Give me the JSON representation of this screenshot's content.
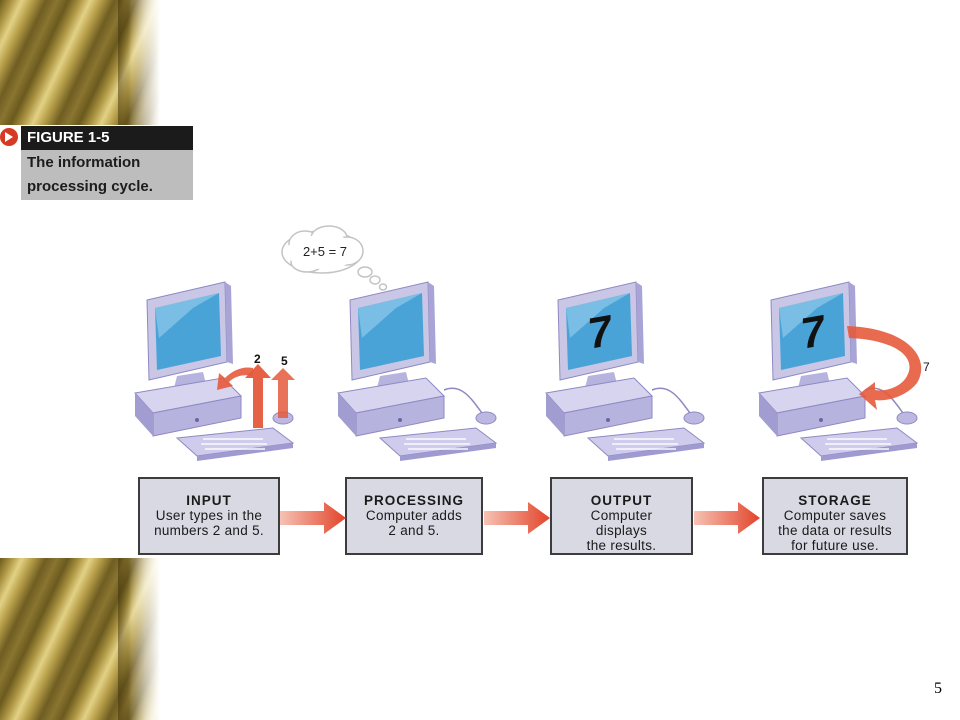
{
  "figure": {
    "label": "FIGURE 1-5",
    "caption_line1": "The information",
    "caption_line2": "processing cycle."
  },
  "thought_bubble": {
    "text": "2+5 = 7"
  },
  "computers": [
    {
      "id": "input",
      "screen_text": "",
      "labels": [
        "2",
        "5"
      ]
    },
    {
      "id": "processing",
      "screen_text": "",
      "labels": []
    },
    {
      "id": "output",
      "screen_text": "7",
      "labels": []
    },
    {
      "id": "storage",
      "screen_text": "7",
      "labels": [
        "7"
      ]
    }
  ],
  "steps": [
    {
      "title": "INPUT",
      "desc": "User types in the\nnumbers 2 and 5."
    },
    {
      "title": "PROCESSING",
      "desc": "Computer adds\n2 and 5."
    },
    {
      "title": "OUTPUT",
      "desc": "Computer\ndisplays\nthe results."
    },
    {
      "title": "STORAGE",
      "desc": "Computer saves\nthe data or results\nfor future use."
    }
  ],
  "page_number": "5",
  "colors": {
    "gold_dark": "#6b5a1e",
    "gold_light": "#e3d184",
    "computer_body": "#c9c6e6",
    "computer_shadow": "#8e89c2",
    "screen": "#4aa3d6",
    "arrow": "#e55a3c",
    "box_fill": "#d9d9e3"
  }
}
